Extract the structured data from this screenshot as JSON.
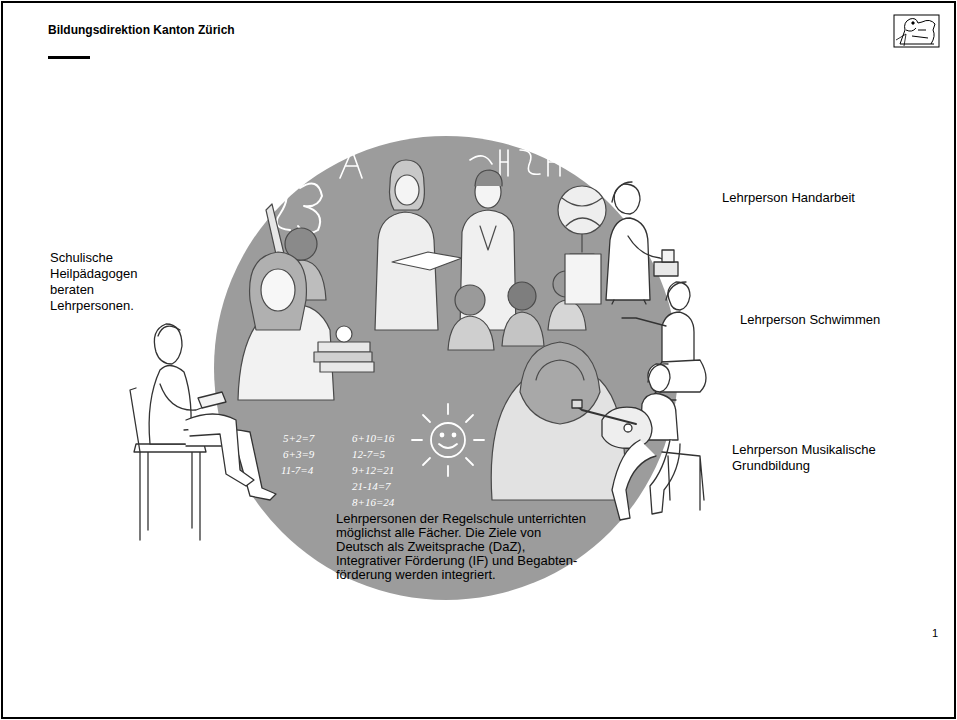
{
  "diagram": {
    "title": "Bildungsdirektion Kanton Zürich",
    "nodes": [
      {
        "text": [
          "Lehrpersonen der Regelschule unterrichten möglichst alle Fächer. Die Ziele von Deutsch als Zweitsprache (DaZ), Integrativer Förderung (IF) und Begabten- förderung werden integriert."
        ]
      }
    ],
    "labels": [
      "Schulische Heilpädagogen beraten Lehrpersonen.",
      "Lehrperson Handarbeit",
      "Lehrperson Schwimmen",
      "Lehrperson Musikalische Grundbildung",
      "1",
      "5+2=7",
      "6+3=9",
      "11-7=4",
      "6+10=16",
      "12-7=5",
      "9+12=21",
      "21-14=7",
      "8+16=24"
    ]
  }
}
